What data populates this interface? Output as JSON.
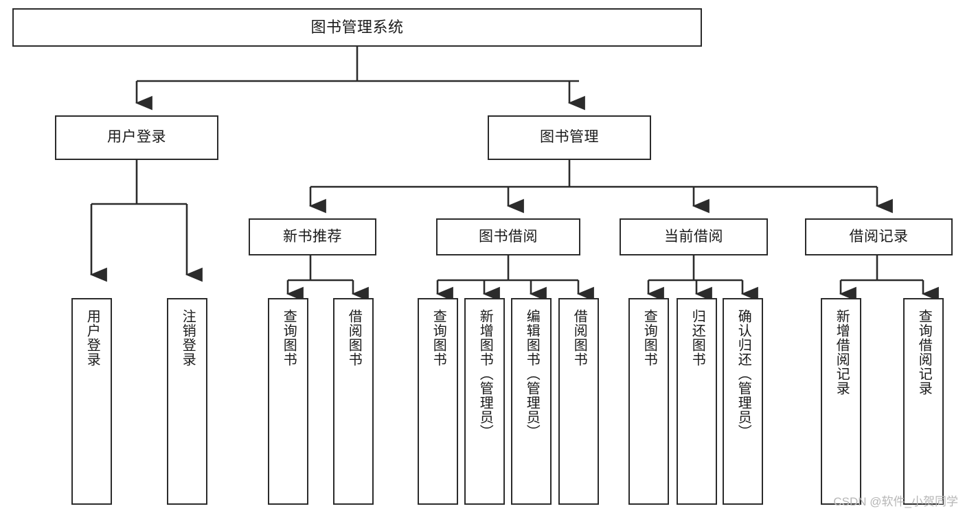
{
  "diagram": {
    "title": "图书管理系统",
    "type": "tree-hierarchy-chart",
    "root": {
      "id": "root",
      "label": "图书管理系统"
    },
    "level2": [
      {
        "id": "user-login",
        "label": "用户登录"
      },
      {
        "id": "book-manage",
        "label": "图书管理"
      }
    ],
    "level3": [
      {
        "id": "new-book-rec",
        "label": "新书推荐"
      },
      {
        "id": "book-borrow",
        "label": "图书借阅"
      },
      {
        "id": "current-borrow",
        "label": "当前借阅"
      },
      {
        "id": "borrow-record",
        "label": "借阅记录"
      }
    ],
    "leaves": {
      "user_login": [
        {
          "id": "leaf-user-login",
          "label": "用户登录"
        },
        {
          "id": "leaf-logout-login",
          "label": "注销登录"
        }
      ],
      "new_book_rec": [
        {
          "id": "leaf-query-book-1",
          "label": "查询图书"
        },
        {
          "id": "leaf-borrow-book-1",
          "label": "借阅图书"
        }
      ],
      "book_borrow": [
        {
          "id": "leaf-query-book-2",
          "label": "查询图书"
        },
        {
          "id": "leaf-add-book",
          "label": "新增图书（管理员）"
        },
        {
          "id": "leaf-edit-book",
          "label": "编辑图书（管理员）"
        },
        {
          "id": "leaf-borrow-book-2",
          "label": "借阅图书"
        }
      ],
      "current_borrow": [
        {
          "id": "leaf-query-book-3",
          "label": "查询图书"
        },
        {
          "id": "leaf-return-book",
          "label": "归还图书"
        },
        {
          "id": "leaf-confirm-return",
          "label": "确认归还（管理员）"
        }
      ],
      "borrow_record": [
        {
          "id": "leaf-add-record",
          "label": "新增借阅记录"
        },
        {
          "id": "leaf-query-record",
          "label": "查询借阅记录"
        }
      ]
    }
  },
  "watermark": {
    "text": "CSDN @软件_小贺同学"
  },
  "colors": {
    "stroke": "#2b2b2b",
    "fill": "#ffffff",
    "text": "#1a1a1a",
    "watermark": "#b6b6b6"
  }
}
